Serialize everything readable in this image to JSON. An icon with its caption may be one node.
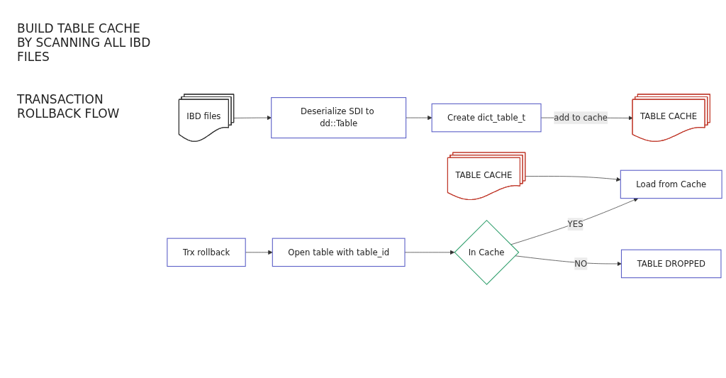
{
  "diagram": {
    "nodes": [
      {
        "text": [
          "IBD files"
        ]
      },
      {
        "text": [
          "Deserialize SDI to dd::Table"
        ]
      },
      {
        "text": [
          "Create dict_table_t"
        ]
      },
      {
        "text": [
          "TABLE CACHE"
        ]
      },
      {
        "text": [
          "Trx rollback"
        ]
      },
      {
        "text": [
          "Open table with table_id"
        ]
      },
      {
        "text": [
          "In Cache"
        ]
      },
      {
        "text": [
          "Load from Cache"
        ]
      },
      {
        "text": [
          "TABLE DROPPED"
        ]
      },
      {
        "text": [
          "TABLE CACHE"
        ]
      }
    ],
    "edges": [
      {
        "from": 0,
        "to": 1,
        "arrow": "to"
      },
      {
        "from": 1,
        "to": 2,
        "arrow": "to"
      },
      {
        "from": 2,
        "to": 3,
        "label": "add to cache",
        "arrow": "to"
      },
      {
        "from": 4,
        "to": 5,
        "arrow": "to"
      },
      {
        "from": 5,
        "to": 6,
        "arrow": "to"
      },
      {
        "from": 6,
        "to": 7,
        "label": "YES",
        "arrow": "to"
      },
      {
        "from": 6,
        "to": 8,
        "label": "NO",
        "arrow": "to"
      },
      {
        "from": 9,
        "to": 7,
        "arrow": "to"
      }
    ],
    "labels": [
      "BUILD TABLE CACHE BY SCANNING ALL IBD FILES",
      "TRANSACTION ROLLBACK FLOW"
    ]
  }
}
